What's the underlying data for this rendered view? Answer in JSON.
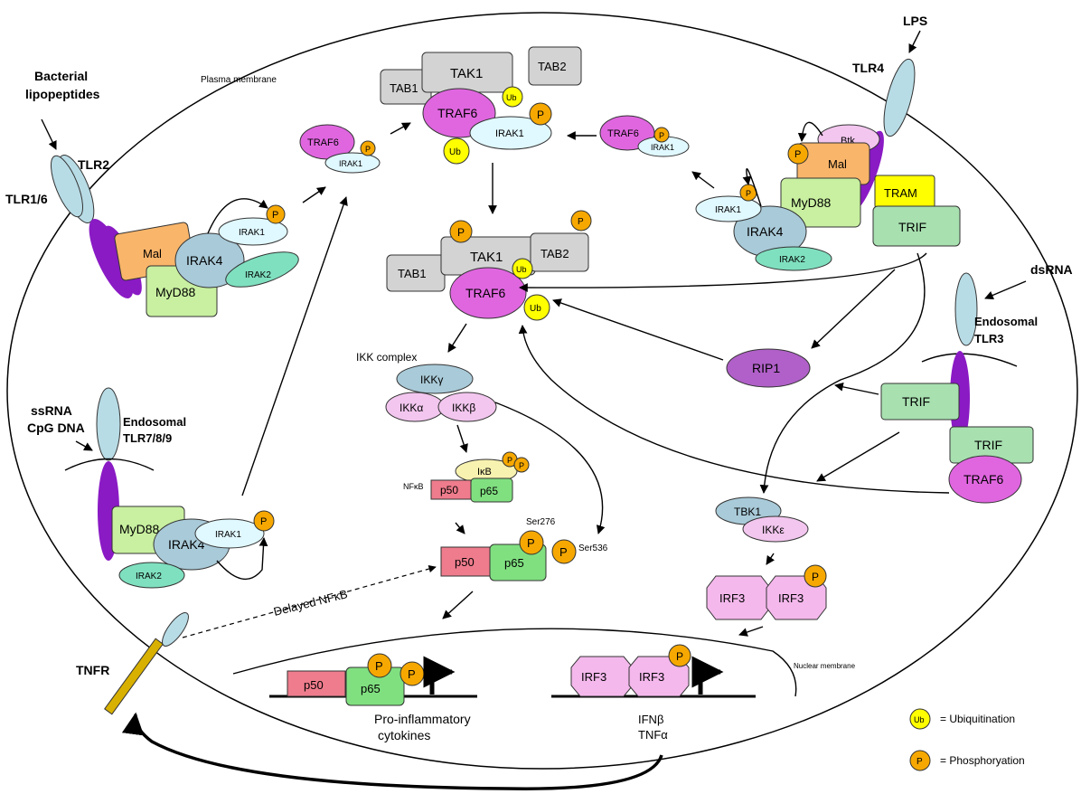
{
  "labels": {
    "bacterial_lipopeptides_1": "Bacterial",
    "bacterial_lipopeptides_2": "lipopeptides",
    "plasma_membrane": "Plasma membrane",
    "lps": "LPS",
    "tlr4": "TLR4",
    "tlr2": "TLR2",
    "tlr16": "TLR1/6",
    "dsrna": "dsRNA",
    "endosomal": "Endosomal",
    "tlr3": "TLR3",
    "ssrna": "ssRNA",
    "cpg_dna": "CpG DNA",
    "tlr789": "TLR7/8/9",
    "ikk_complex": "IKK complex",
    "nfkb": "NFκB",
    "ser276": "Ser276",
    "ser536": "Ser536",
    "delayed_nfkb": "Delayed NFκB",
    "nuclear_membrane": "Nuclear membrane",
    "tnfr": "TNFR",
    "pro_inflammatory_1": "Pro-inflammatory",
    "pro_inflammatory_2": "cytokines",
    "ifnb": "IFNβ",
    "tnfa": "TNFα"
  },
  "proteins": {
    "tab1": "TAB1",
    "tak1": "TAK1",
    "tab2": "TAB2",
    "traf6": "TRAF6",
    "irak1": "IRAK1",
    "irak2": "IRAK2",
    "irak4": "IRAK4",
    "mal": "Mal",
    "myd88": "MyD88",
    "btk": "Btk",
    "tram": "TRAM",
    "trif": "TRIF",
    "rip1": "RIP1",
    "ikkg": "IKKγ",
    "ikka": "IKKα",
    "ikkb": "IKKβ",
    "ikb": "IκB",
    "p50": "p50",
    "p65": "p65",
    "tbk1": "TBK1",
    "ikke": "IKKε",
    "irf3": "IRF3"
  },
  "modifications": {
    "ub": "Ub",
    "p": "P"
  },
  "legend": {
    "ubiquitination": "= Ubiquitination",
    "phosphorylation": "= Phosphoryation"
  },
  "colors": {
    "traf6": "#e066e0",
    "tak_tab": "#d3d3d3",
    "irak1": "#e0f8ff",
    "irak4": "#a9cad8",
    "irak2": "#7fe0c0",
    "mal": "#f9b56a",
    "myd88": "#c8f0a0",
    "tlr": "#b8dce6",
    "tlr_purple": "#8a1ac4",
    "tram": "#ffff00",
    "trif": "#a8e0b0",
    "rip1": "#b060c8",
    "ikk": "#f2c6ee",
    "ikb": "#f8f2b0",
    "p50": "#ee7c8c",
    "p65": "#80e080",
    "irf3": "#f4b8ec",
    "tbk1": "#a9cad8",
    "ub": "#ffff00",
    "phospho": "#f6a800",
    "tnfr": "#d8b000"
  }
}
